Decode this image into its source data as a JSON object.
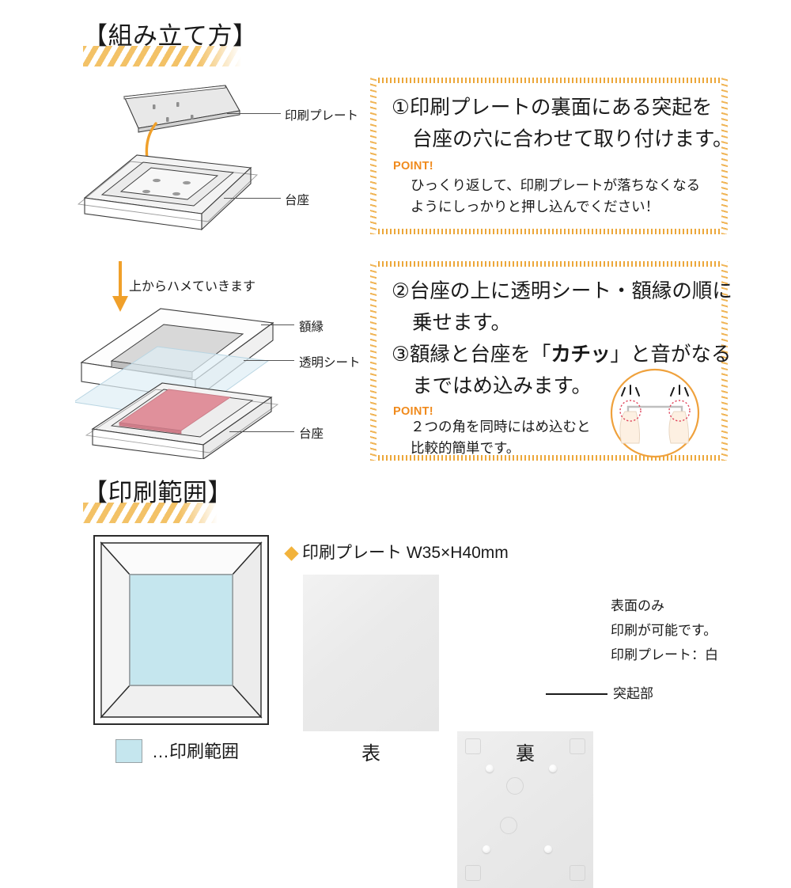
{
  "sections": [
    {
      "id": "assembly",
      "heading": "【組み立て方】"
    },
    {
      "id": "print_area",
      "heading": "【印刷範囲】"
    }
  ],
  "diagram1": {
    "labels": [
      {
        "name": "print-plate",
        "text": "印刷プレート"
      },
      {
        "name": "base",
        "text": "台座"
      }
    ]
  },
  "diagram2": {
    "arrow_note": "上からハメていきます",
    "labels": [
      {
        "name": "frame",
        "text": "額縁"
      },
      {
        "name": "clear-sheet",
        "text": "透明シート"
      },
      {
        "name": "base",
        "text": "台座"
      }
    ]
  },
  "steps": [
    {
      "id": "step1",
      "lines": [
        "①印刷プレートの裏面にある突起を",
        "台座の穴に合わせて取り付けます。"
      ],
      "point_label": "POINT!",
      "point_lines": [
        "ひっくり返して、印刷プレートが落ちなくなる",
        "ようにしっかりと押し込んでください！"
      ]
    },
    {
      "id": "step2",
      "lines_a": [
        "②台座の上に透明シート・額縁の順に",
        "乗せます。"
      ],
      "line3_pre": "③額縁と台座を「",
      "line3_emph": "カチッ",
      "line3_post": "」と音がなる",
      "line4": "まではめ込みます。",
      "point_label": "POINT!",
      "point_lines": [
        "２つの角を同時にはめ込むと",
        "比較的簡単です。"
      ]
    }
  ],
  "print_area": {
    "legend_text": "…印刷範囲",
    "legend_color": "#c5e6ee",
    "plate_title": "印刷プレート W35×H40mm",
    "captions": {
      "front": "表",
      "back": "裏"
    },
    "side_notes": [
      "表面のみ",
      "印刷が可能です。",
      "印刷プレート：白"
    ],
    "bump_label": "突起部"
  },
  "colors": {
    "accent_orange": "#f08a1c",
    "stripe": "#f3c267",
    "print_area_blue": "#c5e6ee",
    "card_pink": "#e3909a"
  }
}
